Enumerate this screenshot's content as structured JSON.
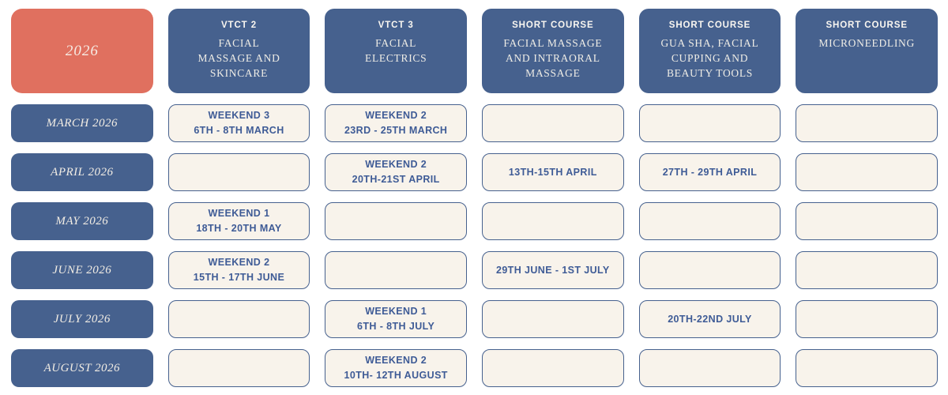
{
  "year_badge": "2026",
  "colors": {
    "coral": "#E0705F",
    "header_blue": "#46618E",
    "slot_cream": "#F8F3EB",
    "slot_border": "#46618E",
    "slot_text": "#3E5B96"
  },
  "columns": [
    {
      "tag": "VTCT 2",
      "name": "FACIAL\nMASSAGE AND\nSKINCARE"
    },
    {
      "tag": "VTCT 3",
      "name": "FACIAL\nELECTRICS"
    },
    {
      "tag": "SHORT COURSE",
      "name": "FACIAL MASSAGE\nAND INTRAORAL\nMASSAGE"
    },
    {
      "tag": "SHORT COURSE",
      "name": "GUA SHA, FACIAL\nCUPPING AND\nBEAUTY TOOLS"
    },
    {
      "tag": "SHORT COURSE",
      "name": "MICRONEEDLING"
    }
  ],
  "rows": [
    {
      "month": "MARCH 2026",
      "cells": [
        {
          "line1": "WEEKEND 3",
          "line2": "6TH - 8TH MARCH"
        },
        {
          "line1": "WEEKEND 2",
          "line2": "23RD - 25TH MARCH"
        },
        {
          "line1": "",
          "line2": ""
        },
        {
          "line1": "",
          "line2": ""
        },
        {
          "line1": "",
          "line2": ""
        }
      ]
    },
    {
      "month": "APRIL 2026",
      "cells": [
        {
          "line1": "",
          "line2": ""
        },
        {
          "line1": "WEEKEND 2",
          "line2": "20TH-21ST APRIL"
        },
        {
          "line1": "13TH-15TH APRIL",
          "line2": ""
        },
        {
          "line1": "27TH - 29TH APRIL",
          "line2": ""
        },
        {
          "line1": "",
          "line2": ""
        }
      ]
    },
    {
      "month": "MAY 2026",
      "cells": [
        {
          "line1": "WEEKEND 1",
          "line2": "18TH - 20TH MAY"
        },
        {
          "line1": "",
          "line2": ""
        },
        {
          "line1": "",
          "line2": ""
        },
        {
          "line1": "",
          "line2": ""
        },
        {
          "line1": "",
          "line2": ""
        }
      ]
    },
    {
      "month": "JUNE 2026",
      "cells": [
        {
          "line1": "WEEKEND 2",
          "line2": "15TH - 17TH JUNE"
        },
        {
          "line1": "",
          "line2": ""
        },
        {
          "line1": "29TH JUNE - 1ST JULY",
          "line2": ""
        },
        {
          "line1": "",
          "line2": ""
        },
        {
          "line1": "",
          "line2": ""
        }
      ]
    },
    {
      "month": "JULY 2026",
      "cells": [
        {
          "line1": "",
          "line2": ""
        },
        {
          "line1": "WEEKEND 1",
          "line2": "6TH - 8TH JULY"
        },
        {
          "line1": "",
          "line2": ""
        },
        {
          "line1": "20TH-22ND JULY",
          "line2": ""
        },
        {
          "line1": "",
          "line2": ""
        }
      ]
    },
    {
      "month": "AUGUST 2026",
      "cells": [
        {
          "line1": "",
          "line2": ""
        },
        {
          "line1": "WEEKEND 2",
          "line2": "10TH- 12TH AUGUST"
        },
        {
          "line1": "",
          "line2": ""
        },
        {
          "line1": "",
          "line2": ""
        },
        {
          "line1": "",
          "line2": ""
        }
      ]
    }
  ],
  "chart_data": {
    "type": "table",
    "title": "2026",
    "columns": [
      "2026",
      "VTCT 2 — FACIAL MASSAGE AND SKINCARE",
      "VTCT 3 — FACIAL ELECTRICS",
      "SHORT COURSE — FACIAL MASSAGE AND INTRAORAL MASSAGE",
      "SHORT COURSE — GUA SHA, FACIAL CUPPING AND BEAUTY TOOLS",
      "SHORT COURSE — MICRONEEDLING"
    ],
    "rows": [
      [
        "MARCH 2026",
        "WEEKEND 3 6TH - 8TH MARCH",
        "WEEKEND 2 23RD - 25TH MARCH",
        "",
        "",
        ""
      ],
      [
        "APRIL 2026",
        "",
        "WEEKEND 2 20TH-21ST APRIL",
        "13TH-15TH APRIL",
        "27TH - 29TH APRIL",
        ""
      ],
      [
        "MAY 2026",
        "WEEKEND 1 18TH - 20TH MAY",
        "",
        "",
        "",
        ""
      ],
      [
        "JUNE 2026",
        "WEEKEND 2 15TH - 17TH JUNE",
        "",
        "29TH JUNE - 1ST JULY",
        "",
        ""
      ],
      [
        "JULY 2026",
        "",
        "WEEKEND 1 6TH - 8TH JULY",
        "",
        "20TH-22ND JULY",
        ""
      ],
      [
        "AUGUST 2026",
        "",
        "WEEKEND 2 10TH- 12TH AUGUST",
        "",
        "",
        ""
      ]
    ]
  }
}
